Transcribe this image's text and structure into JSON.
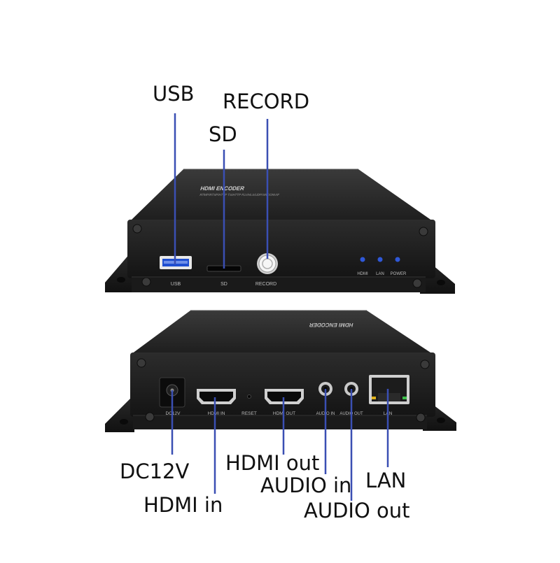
{
  "front_panel": {
    "brand_text": "HDMI ENCODER",
    "protocol_text": "RTMP/RTSP/HTTP TS/HTTP FLV/HLS/UDP/SRT/ONVIF",
    "port_labels": {
      "usb": "USB",
      "sd": "SD",
      "record": "RECORD"
    },
    "indicator_labels": {
      "hdmi": "HDMI",
      "lan": "LAN",
      "power": "POWER"
    }
  },
  "rear_panel": {
    "brand_text": "HDMI ENCODER",
    "port_labels": {
      "dc": "DC12V",
      "hdmi_in": "HDMI IN",
      "reset": "RESET",
      "hdmi_out": "HDMI OUT",
      "audio_in": "AUDIO IN",
      "audio_out": "AUDIO OUT",
      "lan": "LAN"
    }
  },
  "callouts": {
    "usb": "USB",
    "sd": "SD",
    "record": "RECORD",
    "dc12v": "DC12V",
    "hdmi_out": "HDMI out",
    "audio_in": "AUDIO in",
    "lan": "LAN",
    "hdmi_in": "HDMI in",
    "audio_out": "AUDIO out"
  },
  "colors": {
    "leader_line": "#3a4fb3",
    "chassis": "#232323",
    "led": "#2f58d8"
  }
}
